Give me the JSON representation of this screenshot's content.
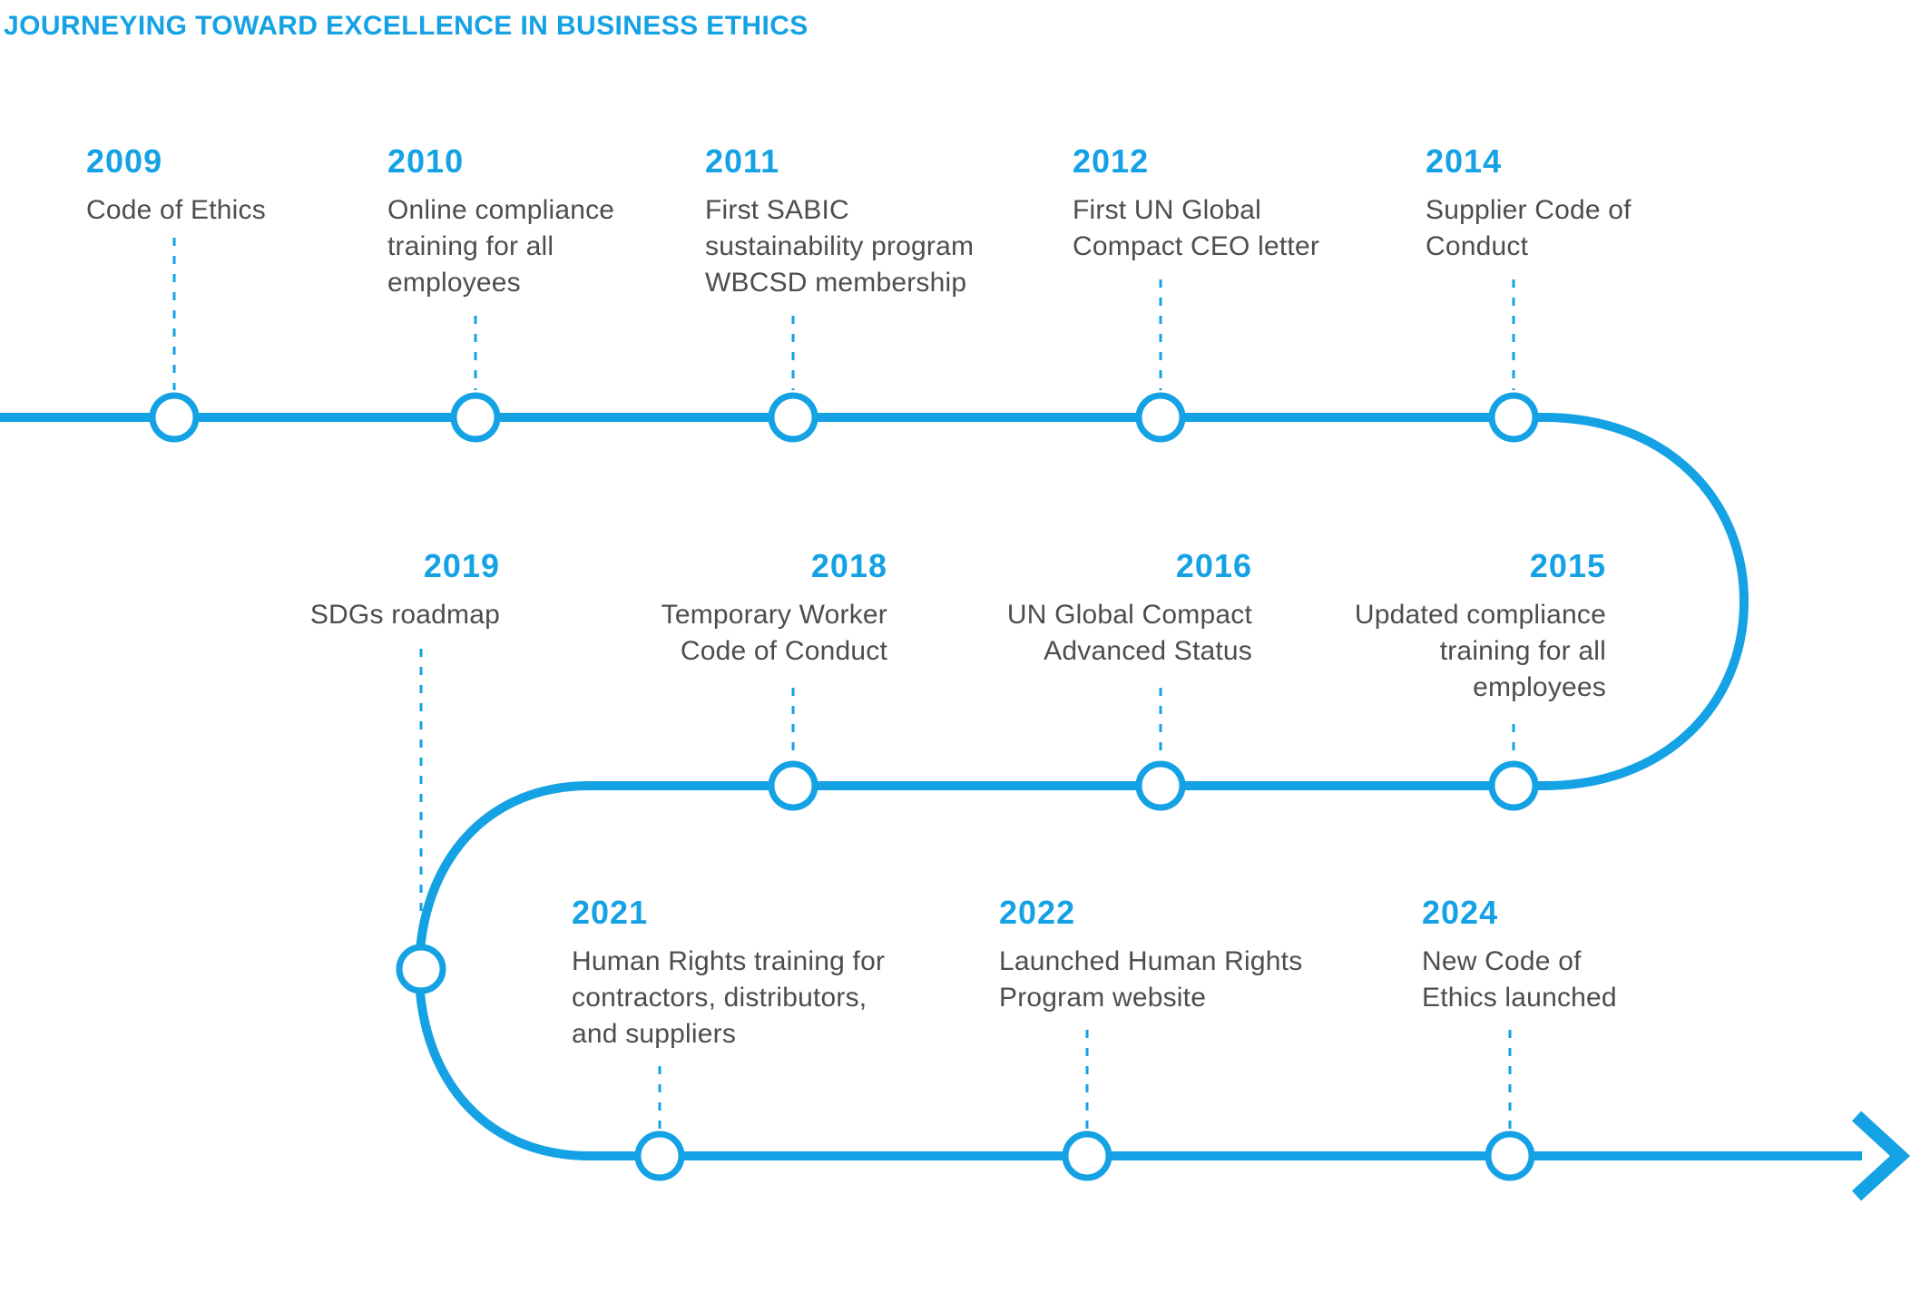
{
  "title": "JOURNEYING TOWARD EXCELLENCE IN BUSINESS ETHICS",
  "colors": {
    "accent_blue": "#14a2e5",
    "body_text": "#4d4d4f",
    "node_fill": "#ffffff"
  },
  "timeline": {
    "shape": "s-curve-left-to-right",
    "arrow_direction": "right"
  },
  "milestones": [
    {
      "year": "2009",
      "text": "Code of Ethics"
    },
    {
      "year": "2010",
      "text": "Online compliance\ntraining for all\nemployees"
    },
    {
      "year": "2011",
      "text": "First SABIC\nsustainability program\nWBCSD membership"
    },
    {
      "year": "2012",
      "text": "First UN Global\nCompact CEO letter"
    },
    {
      "year": "2014",
      "text": "Supplier Code of\nConduct"
    },
    {
      "year": "2015",
      "text": "Updated compliance\ntraining for all\nemployees"
    },
    {
      "year": "2016",
      "text": "UN Global Compact\nAdvanced Status"
    },
    {
      "year": "2018",
      "text": "Temporary Worker\nCode of Conduct"
    },
    {
      "year": "2019",
      "text": "SDGs roadmap"
    },
    {
      "year": "2021",
      "text": "Human Rights training for\ncontractors, distributors,\nand suppliers"
    },
    {
      "year": "2022",
      "text": "Launched Human Rights\nProgram website"
    },
    {
      "year": "2024",
      "text": "New Code of\nEthics launched"
    }
  ]
}
